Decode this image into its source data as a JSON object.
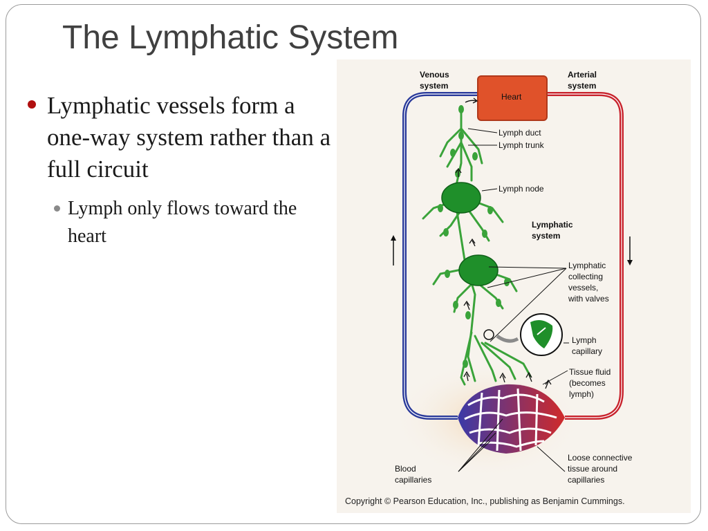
{
  "slide": {
    "title": "The Lymphatic System",
    "bullets": [
      {
        "text": "Lymphatic vessels form a one-way system rather than a full circuit"
      },
      {
        "text": "Lymph only flows toward the heart"
      }
    ],
    "colors": {
      "bullet_level1": "#b01010",
      "bullet_level2": "#8a8a8a",
      "title": "#404040"
    }
  },
  "figure": {
    "labels": {
      "venous_1": "Venous",
      "venous_2": "system",
      "arterial_1": "Arterial",
      "arterial_2": "system",
      "heart": "Heart",
      "lymph_duct": "Lymph duct",
      "lymph_trunk": "Lymph trunk",
      "lymph_node": "Lymph node",
      "lymphatic_system_1": "Lymphatic",
      "lymphatic_system_2": "system",
      "collecting_1": "Lymphatic",
      "collecting_2": "collecting",
      "collecting_3": "vessels,",
      "collecting_4": "with valves",
      "capillary_1": "Lymph",
      "capillary_2": "capillary",
      "tissue_1": "Tissue fluid",
      "tissue_2": "(becomes",
      "tissue_3": "lymph)",
      "blood_1": "Blood",
      "blood_2": "capillaries",
      "loose_1": "Loose connective",
      "loose_2": "tissue around",
      "loose_3": "capillaries"
    },
    "copyright": "Copyright © Pearson Education, Inc., publishing as Benjamin Cummings.",
    "colors": {
      "venous": "#2a3a9a",
      "arterial": "#c8222c",
      "heart": "#e0522a",
      "lymph": "#3aa33a",
      "node": "#1f8f2a"
    }
  }
}
